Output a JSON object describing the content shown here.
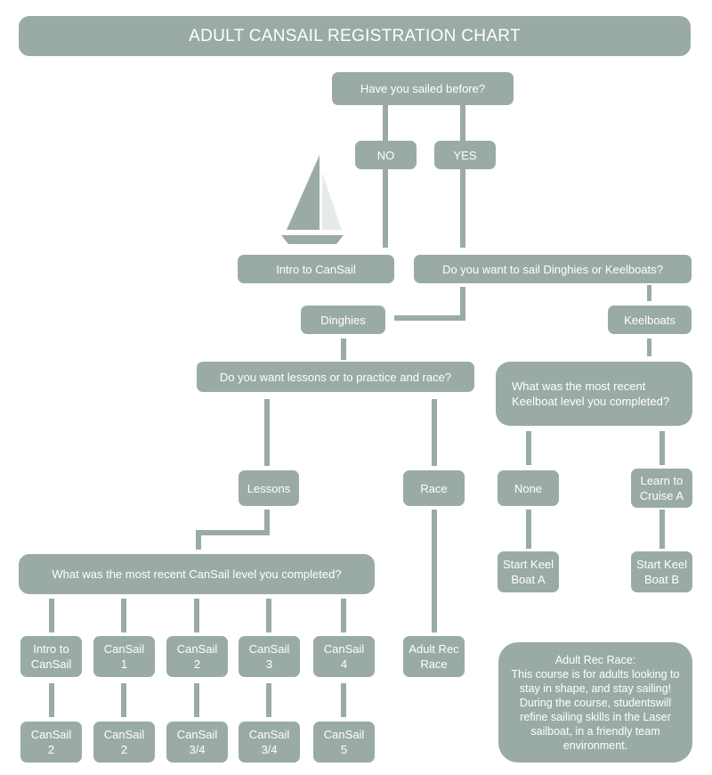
{
  "title": "ADULT CANSAIL REGISTRATION CHART",
  "colors": {
    "box": "#9aaba5",
    "text": "#ffffff",
    "sail_light": "#e6ebe9",
    "boat_icon": "#9aaba5"
  },
  "icons": {
    "boat": "sailboat-icon"
  },
  "nodes": {
    "q_sailed": "Have you sailed before?",
    "no": "NO",
    "yes": "YES",
    "intro": "Intro to CanSail",
    "q_type": "Do you want to sail Dinghies or Keelboats?",
    "dinghies": "Dinghies",
    "keelboats": "Keelboats",
    "q_lessons": "Do you want lessons or to practice and race?",
    "q_keel": "What was the most recent\nKeelboat level you completed?",
    "lessons": "Lessons",
    "race": "Race",
    "none": "None",
    "learn_cruise": "Learn to\nCruise A",
    "start_keel_a": "Start Keel\nBoat A",
    "start_keel_b": "Start Keel\nBoat B",
    "q_cansail": "What was the most recent CanSail level you completed?",
    "adult_rec": "Adult Rec\nRace",
    "levels_completed": [
      "Intro to\nCanSail",
      "CanSail\n1",
      "CanSail\n2",
      "CanSail\n3",
      "CanSail\n4"
    ],
    "levels_next": [
      "CanSail\n2",
      "CanSail\n2",
      "CanSail\n3/4",
      "CanSail\n3/4",
      "CanSail\n5"
    ]
  },
  "note": {
    "heading": "Adult Rec Race:",
    "body": "This course is for adults looking to stay in shape, and stay sailing! During the course, studentswill refine sailing skills in the Laser sailboat, in a friendly team environment."
  }
}
